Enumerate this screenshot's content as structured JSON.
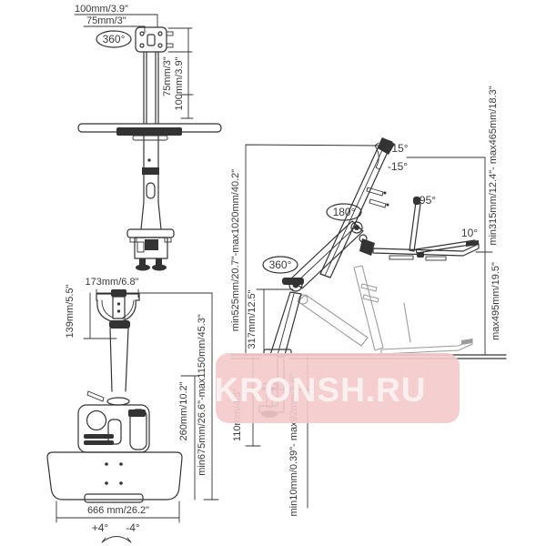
{
  "colors": {
    "background": "#ffffff",
    "ink": "#333333",
    "ghost": "#9c9c9c",
    "watermark_band": "#f4caca",
    "watermark_text": "#fcefef"
  },
  "watermark": {
    "text": "KRONSH.RU"
  },
  "front_top_view": {
    "labels": {
      "vesa_width_outer": "100mm/3.9\"",
      "vesa_width_inner": "75mm/3\"",
      "rotation": "360°",
      "vesa_height_inner": "75mm/3\"",
      "vesa_height_outer": "100mm/3.9\""
    }
  },
  "front_bottom_view": {
    "labels": {
      "head_width": "173mm/6.8\"",
      "head_height": "139mm/5.5\"",
      "body_height": "260mm/10.2\"",
      "total_height": "min675mm/26.6\"-max1150mm/45.3\"",
      "tray_width": "666 mm/26.2\"",
      "swivel_plus": "+4°",
      "swivel_minus": "-4°"
    }
  },
  "side_view": {
    "labels": {
      "tilt_up": "+15°",
      "tilt_down": "-15°",
      "pan": "180°",
      "tray_fold": "95°",
      "tray_tilt": "10°",
      "rotation": "360°",
      "lift_range": "min525mm/20.7\"-max1020mm/40.2\"",
      "post_height": "317mm/12.5\"",
      "screen_range": "min315mm/12.4\"- max465mm/18.3\"",
      "tray_height_max": "max495mm/19.5\"",
      "clamp_drop": "110mm/4.3\"",
      "desk_thickness": "min10mm/0.39\"- max92mm/3.6\""
    }
  }
}
